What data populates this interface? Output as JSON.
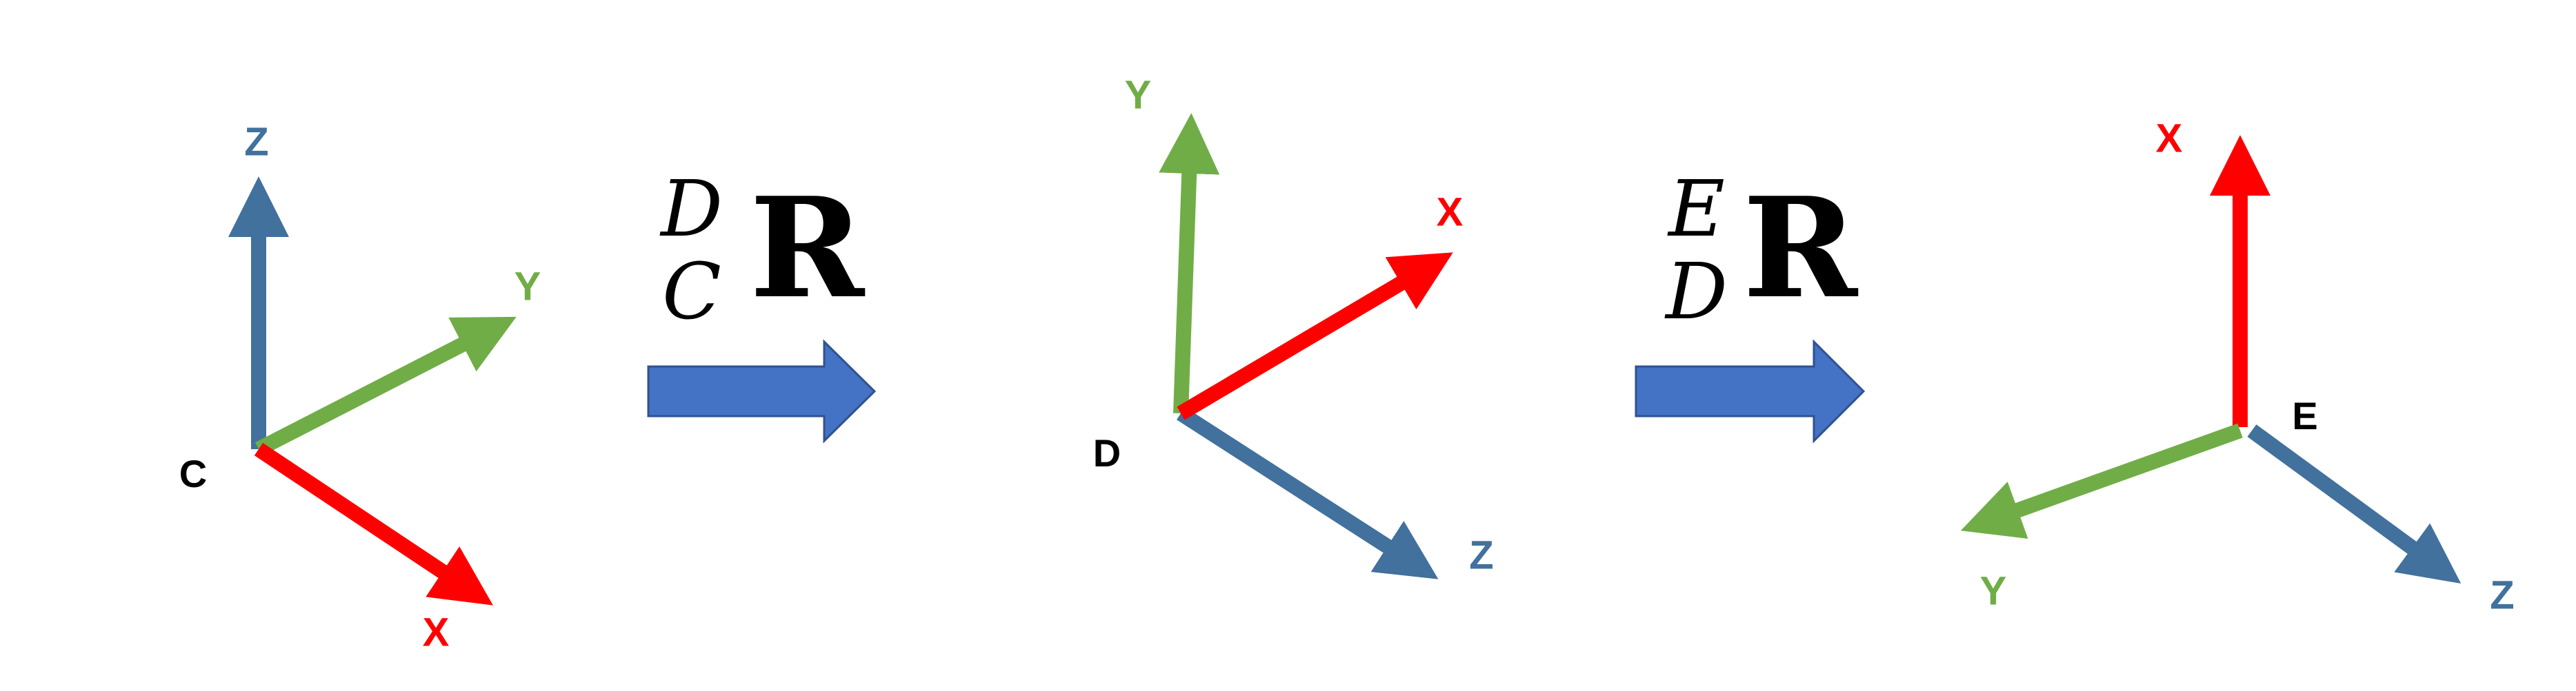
{
  "colors": {
    "x_axis": "#ff0000",
    "y_axis": "#70ad47",
    "z_axis": "#41719c",
    "arrow_fill": "#4472c4",
    "arrow_stroke": "#2f528f",
    "text": "#000000"
  },
  "frames": [
    {
      "origin": "C",
      "x_label": "X",
      "y_label": "Y",
      "z_label": "Z"
    },
    {
      "origin": "D",
      "x_label": "X",
      "y_label": "Y",
      "z_label": "Z"
    },
    {
      "origin": "E",
      "x_label": "X",
      "y_label": "Y",
      "z_label": "Z"
    }
  ],
  "transforms": [
    {
      "superscript": "D",
      "subscript": "C",
      "symbol": "R"
    },
    {
      "superscript": "E",
      "subscript": "D",
      "symbol": "R"
    }
  ]
}
